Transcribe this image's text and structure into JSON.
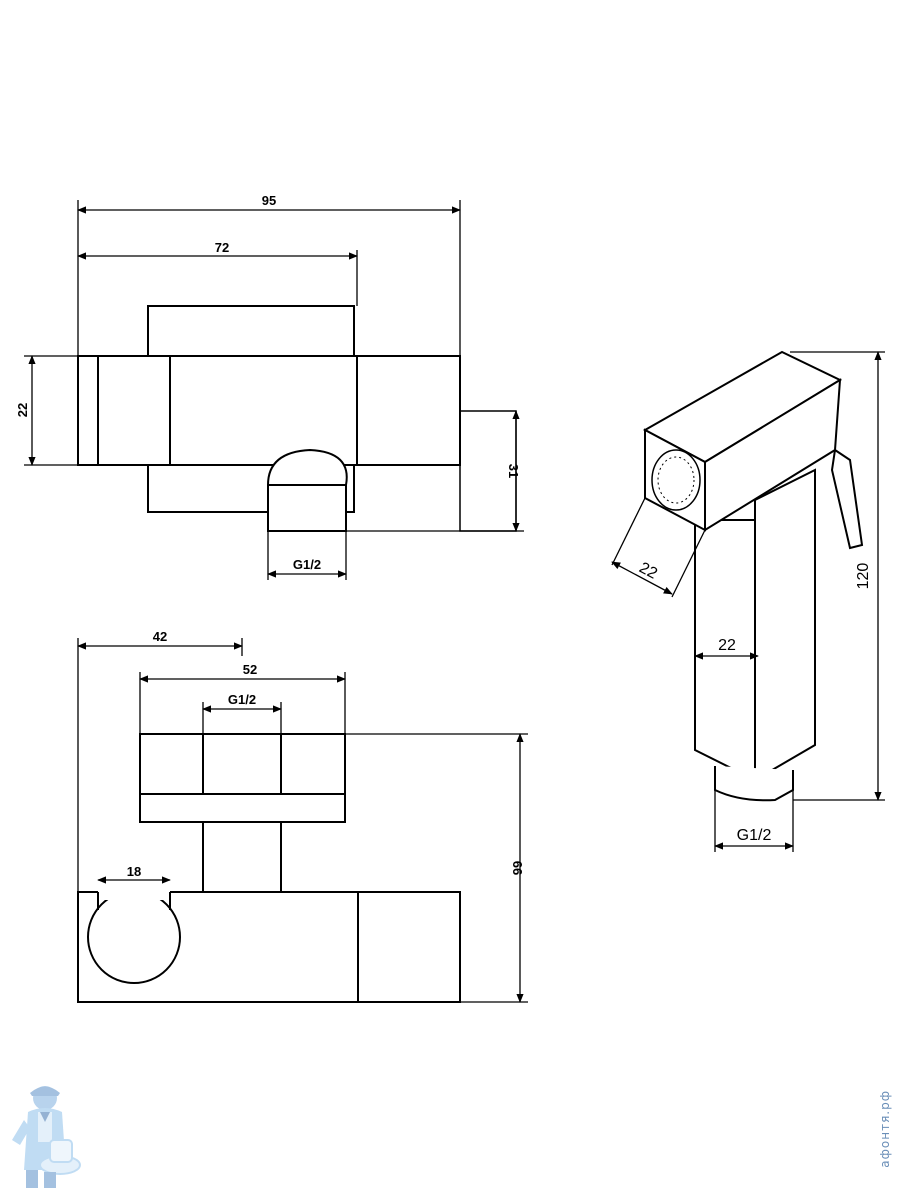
{
  "dimensions": {
    "top_view": {
      "overall_length": "95",
      "handle_length": "72",
      "height": "22",
      "outlet_height": "31",
      "thread": "G1/2"
    },
    "front_view": {
      "knob_offset": "42",
      "body_width": "52",
      "thread": "G1/2",
      "height": "66",
      "knob_diameter": "18"
    },
    "sprayer": {
      "head_size": "22",
      "handle_width": "22",
      "length": "120",
      "thread": "G1/2"
    }
  },
  "watermark": {
    "text": "афонтя.рф"
  },
  "colors": {
    "line": "#000000",
    "watermark": "#6b8fb8"
  },
  "icons": {
    "logo": "plumber-mascot-icon"
  }
}
